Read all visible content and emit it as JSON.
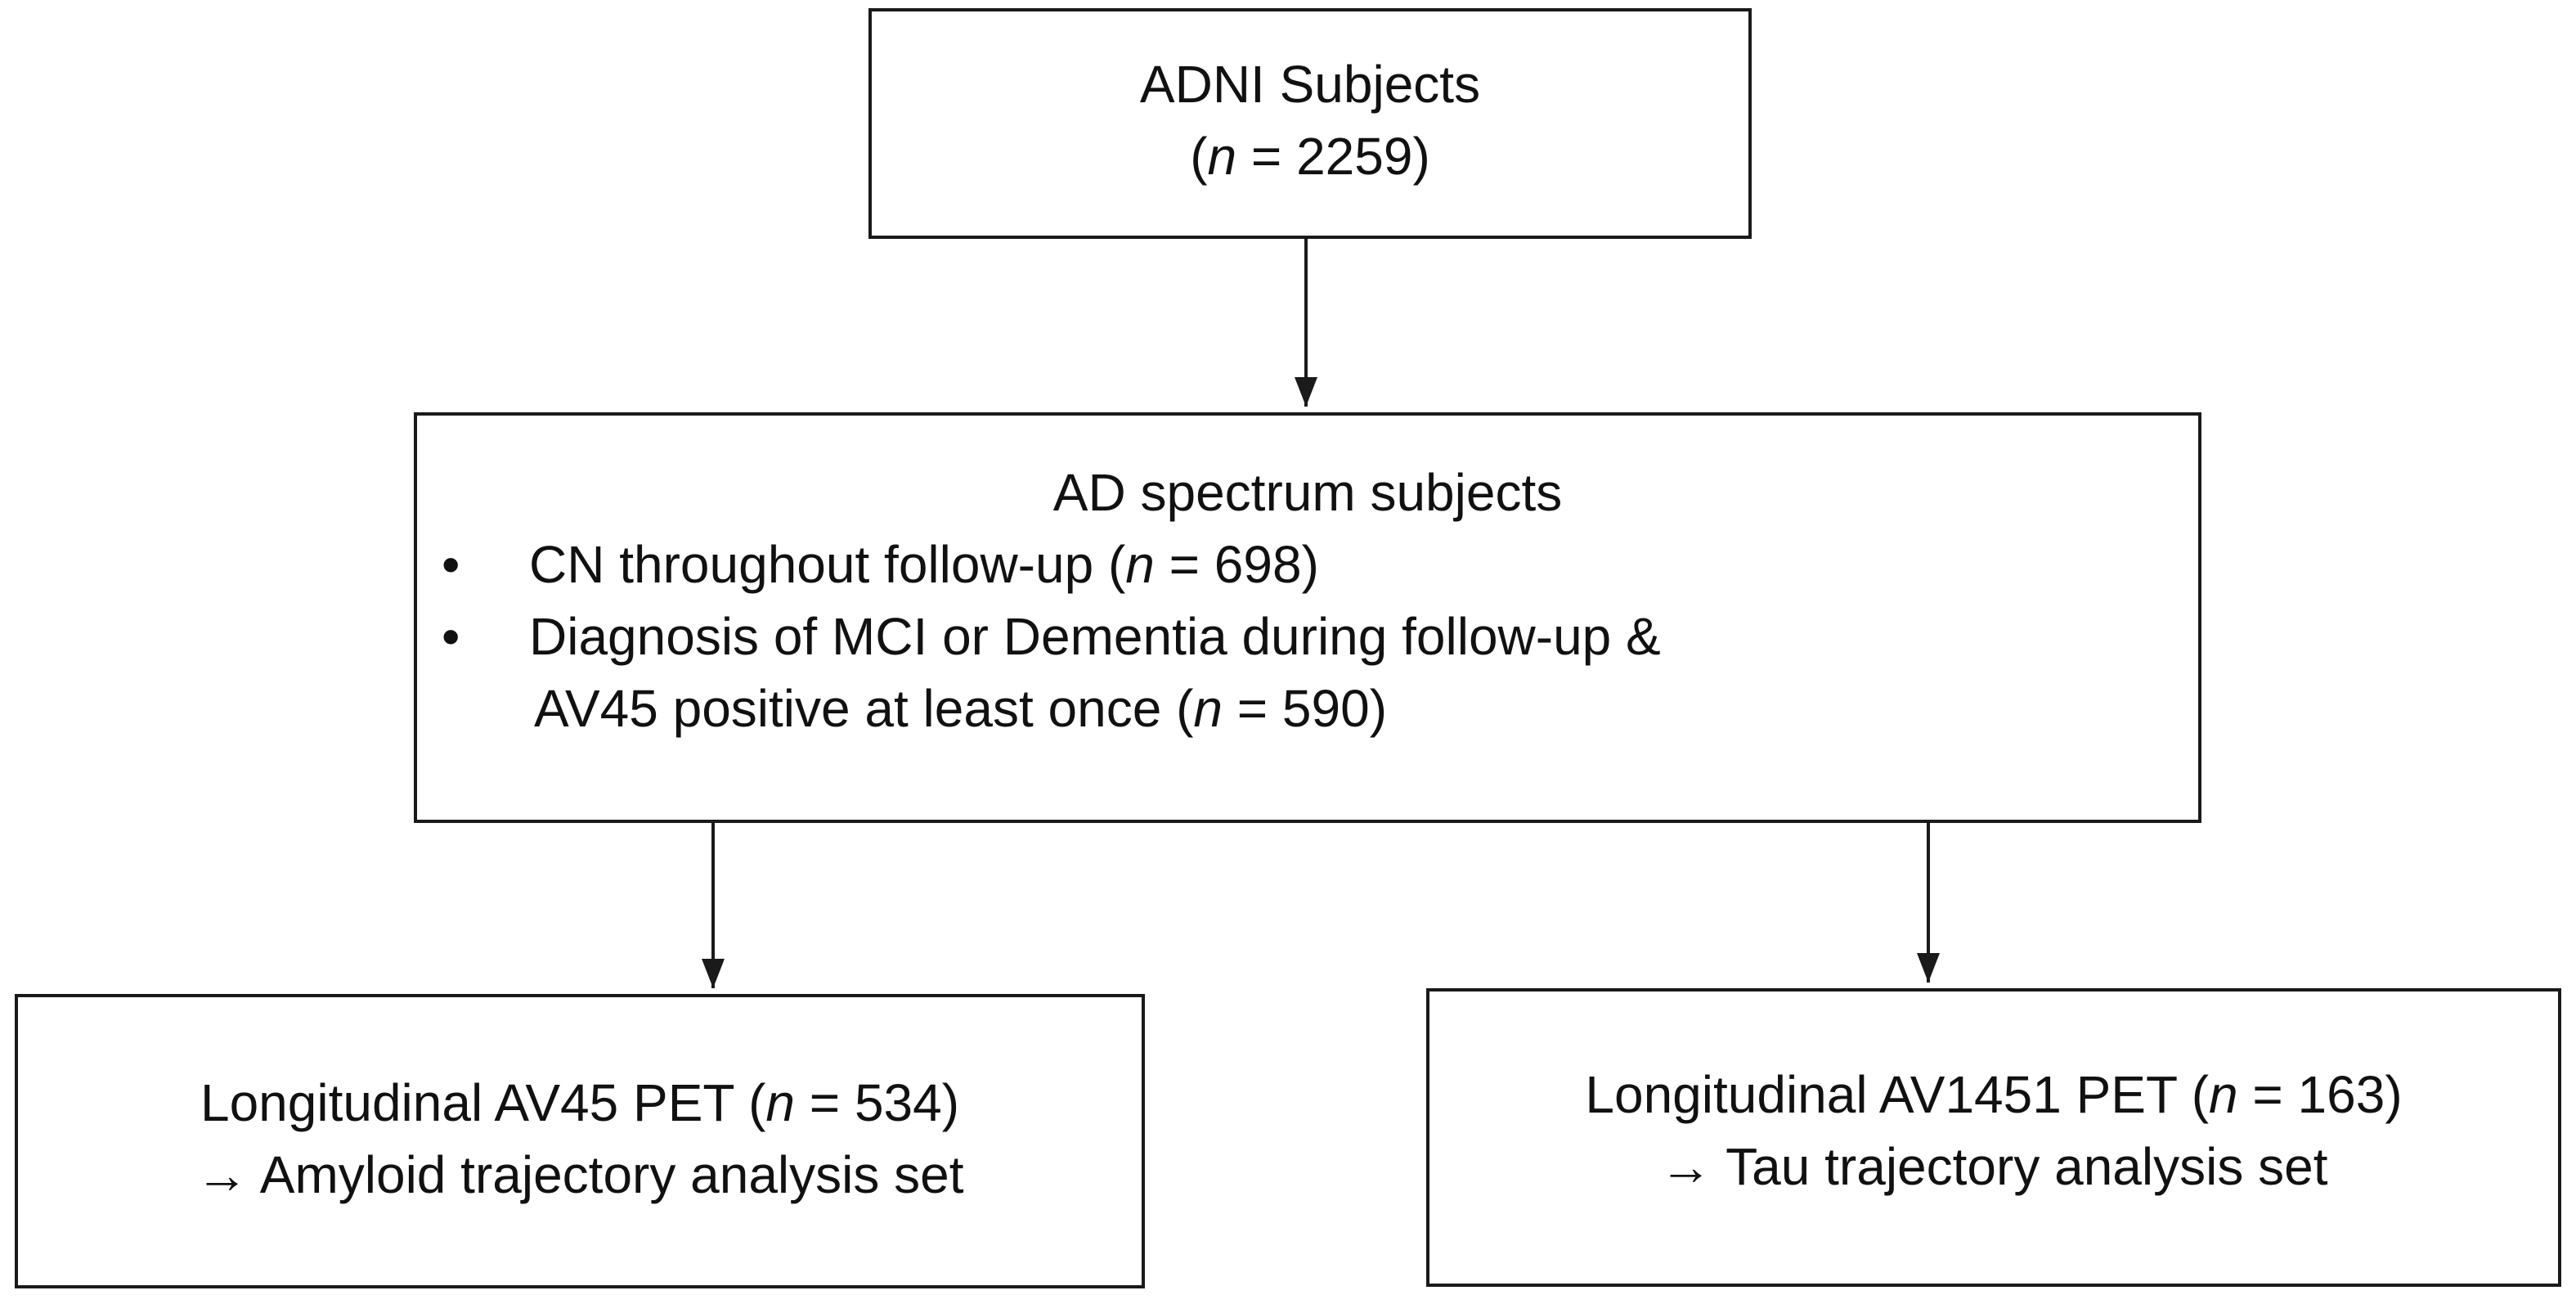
{
  "nodes": {
    "adni": {
      "title": "ADNI Subjects",
      "count_open": "(",
      "count_var": "n",
      "count_eq": " = 2259)"
    },
    "ad_spectrum": {
      "title": "AD spectrum subjects",
      "bullet_symbol": "•",
      "cn": {
        "text": "CN throughout follow-up (",
        "var": "n",
        "rest": " = 698)"
      },
      "mci": {
        "line1": "Diagnosis of MCI or Dementia during follow-up &",
        "line2_text": "AV45 positive at least once (",
        "line2_var": "n",
        "line2_rest": " = 590)"
      }
    },
    "amyloid": {
      "line1_text": "Longitudinal AV45 PET (",
      "line1_var": "n",
      "line1_rest": " = 534)",
      "line2": "→ Amyloid trajectory analysis set"
    },
    "tau": {
      "line1_text": "Longitudinal AV1451 PET (",
      "line1_var": "n",
      "line1_rest": " = 163)",
      "line2": "→ Tau trajectory analysis set"
    }
  },
  "colors": {
    "border": "#1a1a1a",
    "text": "#111111",
    "arrow": "#1a1a1a",
    "background": "#ffffff"
  }
}
